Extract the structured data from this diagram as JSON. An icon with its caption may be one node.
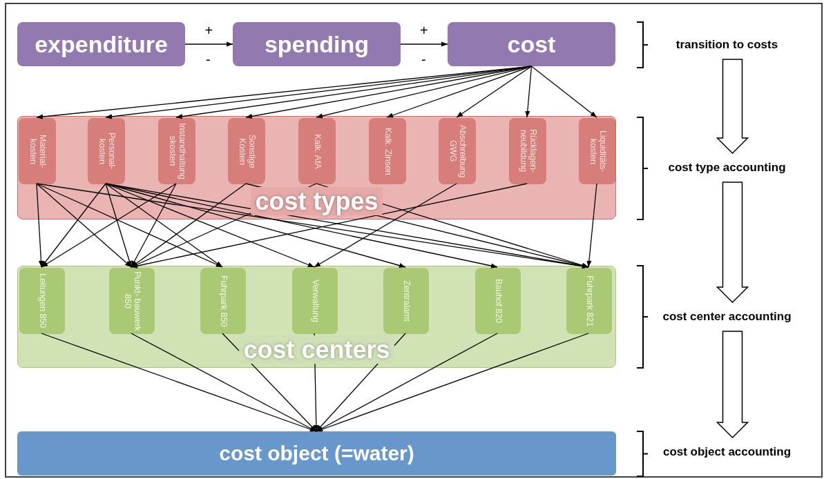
{
  "diagram": {
    "nodes": [
      {
        "text": [
          "expenditure"
        ]
      },
      {
        "text": [
          "spending"
        ]
      },
      {
        "text": [
          "cost"
        ]
      },
      {
        "text": [
          "cost types"
        ]
      },
      {
        "text": [
          "Material- kosten"
        ],
        "in": 3
      },
      {
        "text": [
          "Personal- kosten"
        ],
        "in": 3
      },
      {
        "text": [
          "Instandhaltung skosten"
        ],
        "in": 3
      },
      {
        "text": [
          "Sonstige Kosten"
        ],
        "in": 3
      },
      {
        "text": [
          "Kalk. AfA"
        ],
        "in": 3
      },
      {
        "text": [
          "Kalk. Zinsen"
        ],
        "in": 3
      },
      {
        "text": [
          "Abschreibung GWG"
        ],
        "in": 3
      },
      {
        "text": [
          "Rücklagen- neubildung"
        ],
        "in": 3
      },
      {
        "text": [
          "Liquiditäts- kosten"
        ],
        "in": 3
      },
      {
        "text": [
          "cost centers"
        ]
      },
      {
        "text": [
          "Leitungen 850"
        ],
        "in": 13
      },
      {
        "text": [
          "Punkt- bauwerk 850"
        ],
        "in": 13
      },
      {
        "text": [
          "Fuhrpark 850"
        ],
        "in": 13
      },
      {
        "text": [
          "Verwaltung"
        ],
        "in": 13
      },
      {
        "text": [
          "Zentralamt"
        ],
        "in": 13
      },
      {
        "text": [
          "Bauhof 820"
        ],
        "in": 13
      },
      {
        "text": [
          "Fuhrpark 821"
        ],
        "in": 13
      },
      {
        "text": [
          "cost object (=water)"
        ]
      },
      {
        "text": [
          "transition to costs"
        ]
      },
      {
        "text": [
          "cost type accounting"
        ]
      },
      {
        "text": [
          "cost center accounting"
        ]
      },
      {
        "text": [
          "cost object accounting"
        ]
      }
    ],
    "edges": [
      {
        "from": 0,
        "to": 1,
        "arrow": "to",
        "label": "+"
      },
      {
        "from": 1,
        "to": 2,
        "arrow": "to",
        "label": "+"
      },
      {
        "from": 2,
        "to": 4,
        "arrow": "to"
      },
      {
        "from": 2,
        "to": 5,
        "arrow": "to"
      },
      {
        "from": 2,
        "to": 6,
        "arrow": "to"
      },
      {
        "from": 2,
        "to": 7,
        "arrow": "to"
      },
      {
        "from": 2,
        "to": 8,
        "arrow": "to"
      },
      {
        "from": 2,
        "to": 9,
        "arrow": "to"
      },
      {
        "from": 2,
        "to": 10,
        "arrow": "to"
      },
      {
        "from": 2,
        "to": 11,
        "arrow": "to"
      },
      {
        "from": 2,
        "to": 12,
        "arrow": "to"
      },
      {
        "from": 4,
        "to": 14,
        "arrow": "to"
      },
      {
        "from": 4,
        "to": 15,
        "arrow": "to"
      },
      {
        "from": 4,
        "to": 16,
        "arrow": "to"
      },
      {
        "from": 4,
        "to": 20,
        "arrow": "to"
      },
      {
        "from": 5,
        "to": 14,
        "arrow": "to"
      },
      {
        "from": 5,
        "to": 15,
        "arrow": "to"
      },
      {
        "from": 5,
        "to": 16,
        "arrow": "to"
      },
      {
        "from": 5,
        "to": 17,
        "arrow": "to"
      },
      {
        "from": 5,
        "to": 18,
        "arrow": "to"
      },
      {
        "from": 5,
        "to": 19,
        "arrow": "to"
      },
      {
        "from": 5,
        "to": 20,
        "arrow": "to"
      },
      {
        "from": 6,
        "to": 14,
        "arrow": "to"
      },
      {
        "from": 6,
        "to": 15,
        "arrow": "to"
      },
      {
        "from": 7,
        "to": 15,
        "arrow": "to"
      },
      {
        "from": 7,
        "to": 20,
        "arrow": "to"
      },
      {
        "from": 8,
        "to": 15,
        "arrow": "to"
      },
      {
        "from": 8,
        "to": 20,
        "arrow": "to"
      },
      {
        "from": 10,
        "to": 17,
        "arrow": "to"
      },
      {
        "from": 11,
        "to": 15,
        "arrow": "to"
      },
      {
        "from": 12,
        "to": 20,
        "arrow": "to"
      },
      {
        "from": 14,
        "to": 21,
        "arrow": "to"
      },
      {
        "from": 15,
        "to": 21,
        "arrow": "to"
      },
      {
        "from": 16,
        "to": 21,
        "arrow": "to"
      },
      {
        "from": 17,
        "to": 21,
        "arrow": "to"
      },
      {
        "from": 18,
        "to": 21,
        "arrow": "to"
      },
      {
        "from": 19,
        "to": 21,
        "arrow": "to"
      },
      {
        "from": 20,
        "to": 21,
        "arrow": "to"
      },
      {
        "from": 22,
        "to": 23,
        "arrow": "to",
        "style": "thick"
      },
      {
        "from": 23,
        "to": 24,
        "arrow": "to",
        "style": "thick"
      },
      {
        "from": 24,
        "to": 25,
        "arrow": "to",
        "style": "thick"
      }
    ],
    "labels": [
      "-",
      "-"
    ]
  }
}
